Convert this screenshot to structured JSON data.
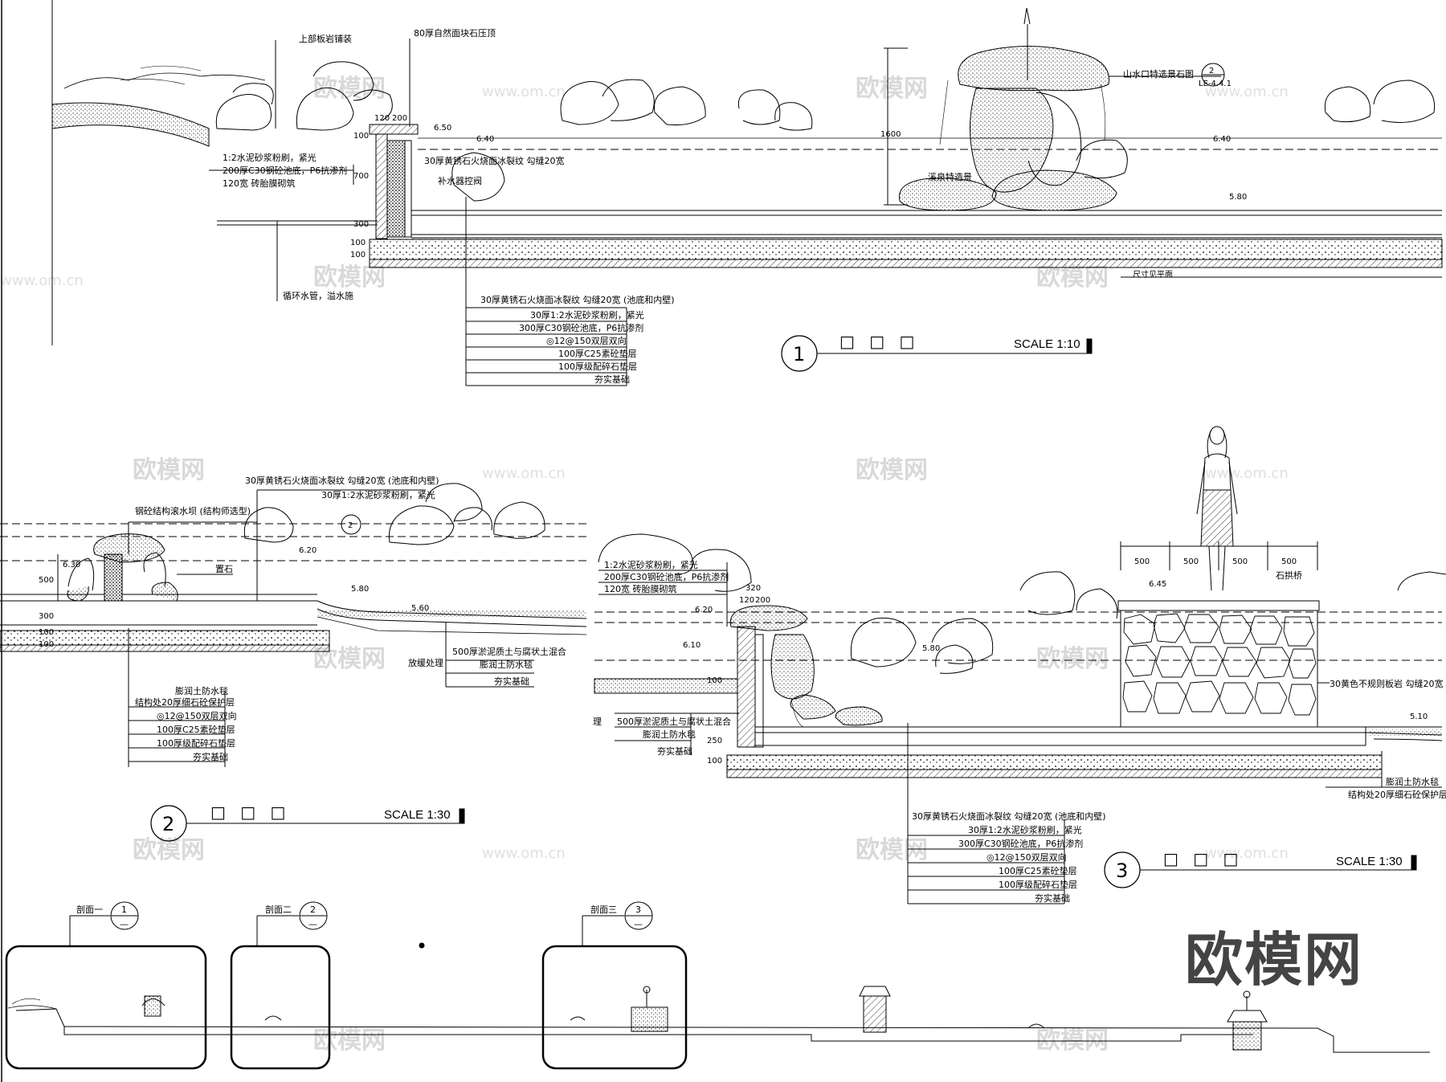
{
  "brand": "欧模网",
  "watermark": {
    "text": "欧模网",
    "url": "www.om.cn"
  },
  "sections": [
    {
      "id": "1",
      "title": "剖面一",
      "title_glyphs": "□ □ □",
      "scale": "SCALE  1:10",
      "callouts": [
        "上部板岩铺装",
        "80厚自然面块石压顶",
        "1:2水泥砂浆粉刷，紧光",
        "200厚C30钢砼池底，P6抗渗剂",
        "120宽 砖胎膜砌筑",
        "30厚黄锈石火烧面冰裂纹 勾缝20宽",
        "补水器控阀",
        "循环水管，溢水施",
        "山水口特选景石图",
        "溪泉特造景",
        "尺寸见平面"
      ],
      "ref_tag": {
        "num": "2",
        "sheet": "LE-4.4.1"
      },
      "legend": [
        "30厚黄锈石火烧面冰裂纹 勾缝20宽 (池底和内壁)",
        "30厚1:2水泥砂浆粉刷，紧光",
        "300厚C30钢砼池底，P6抗渗剂",
        "◎12@150双层双向",
        "100厚C25素砼垫层",
        "100厚级配碎石垫层",
        "夯实基础"
      ],
      "levels": [
        "6.50",
        "6.40",
        "6.40",
        "5.80"
      ],
      "dims": [
        "120",
        "200",
        "100",
        "700",
        "300",
        "100",
        "100",
        "1600"
      ]
    },
    {
      "id": "2",
      "title": "剖面二",
      "title_glyphs": "□ □ □",
      "scale": "SCALE  1:30",
      "callouts": [
        "30厚黄锈石火烧面冰裂纹 勾缝20宽 (池底和内壁)",
        "30厚1:2水泥砂浆粉刷，紧光",
        "钢砼结构滚水坝 (结构师选型)",
        "置石",
        "放缓处理"
      ],
      "legend_a": [
        "500厚淤泥质土与腐状土混合",
        "膨润土防水毯",
        "夯实基础"
      ],
      "legend_b": [
        "膨润土防水毯",
        "结构处20厚细石砼保护层",
        "◎12@150双层双向",
        "100厚C25素砼垫层",
        "100厚级配碎石垫层",
        "夯实基础"
      ],
      "levels": [
        "6.30",
        "6.20",
        "5.80",
        "5.60"
      ],
      "dims": [
        "500",
        "300",
        "100",
        "100"
      ]
    },
    {
      "id": "3",
      "title": "剖面三",
      "title_glyphs": "□ □ □",
      "scale": "SCALE  1:30",
      "callouts": [
        "1:2水泥砂浆粉刷，紧光",
        "200厚C30钢砼池底，P6抗渗剂",
        "120宽 砖胎膜砌筑",
        "石拱桥",
        "30黄色不规则板岩 勾缝20宽",
        "理"
      ],
      "legend_a": [
        "500厚淤泥质土与腐状土混合",
        "膨润土防水毯",
        "夯实基础"
      ],
      "legend_b": [
        "膨润土防水毯",
        "结构处20厚细石砼保护层"
      ],
      "legend": [
        "30厚黄锈石火烧面冰裂纹 勾缝20宽 (池底和内壁)",
        "30厚1:2水泥砂浆粉刷，紧光",
        "300厚C30钢砼池底，P6抗渗剂",
        "◎12@150双层双向",
        "100厚C25素砼垫层",
        "100厚级配碎石垫层",
        "夯实基础"
      ],
      "levels": [
        "6.45",
        "6.20",
        "6.10",
        "5.80",
        "5.10"
      ],
      "dims": [
        "500",
        "500",
        "500",
        "500",
        "320",
        "120",
        "200",
        "100",
        "250",
        "100"
      ]
    }
  ],
  "keyplan": {
    "labels": [
      {
        "text": "剖面一",
        "num": "1",
        "sub": "—"
      },
      {
        "text": "剖面二",
        "num": "2",
        "sub": "—"
      },
      {
        "text": "剖面三",
        "num": "3",
        "sub": "—"
      }
    ]
  }
}
